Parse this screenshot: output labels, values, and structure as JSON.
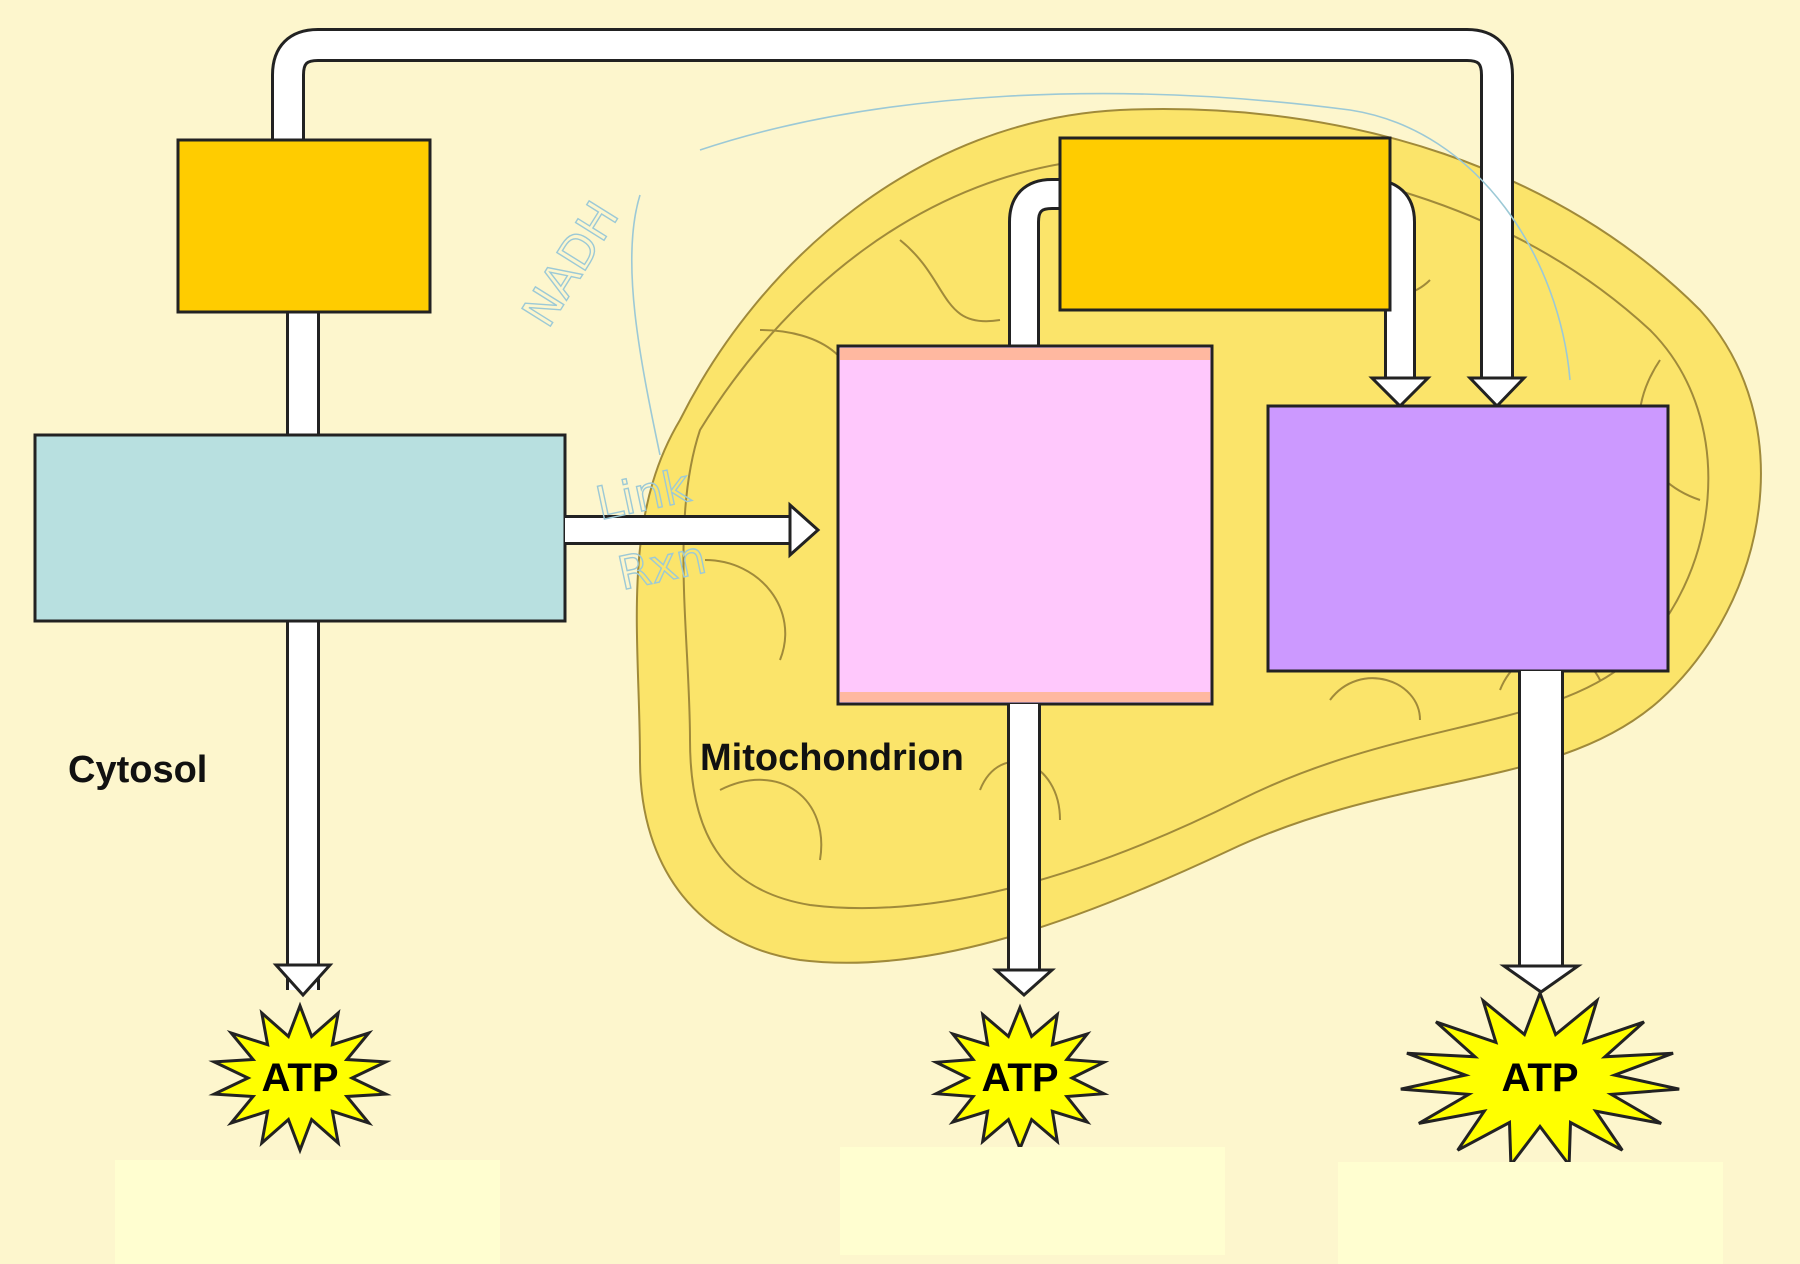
{
  "diagram": {
    "regions": {
      "cytosol_label": "Cytosol",
      "mitochondrion_label": "Mitochondrion"
    },
    "atp_bursts": [
      {
        "id": "glycolysis",
        "label": "ATP"
      },
      {
        "id": "citric-acid-cycle",
        "label": "ATP"
      },
      {
        "id": "oxidative-phosphorylation",
        "label": "ATP"
      }
    ],
    "handwriting": {
      "nadh": "NADH",
      "link_line1": "Link",
      "link_line2": "Rxn"
    },
    "colors": {
      "page_background": "#fdf6cd",
      "mitochondrion_fill": "#fbe46a",
      "nadh_box": "#ffcc00",
      "glycolysis_box": "#b8e0e0",
      "citric_acid_cycle_box": "#ffc8fc",
      "oxphos_box": "#cc99ff",
      "atp_burst": "#ffff00",
      "blank_label_box": "#fffed0",
      "handwriting": "#9cc9d6"
    }
  }
}
